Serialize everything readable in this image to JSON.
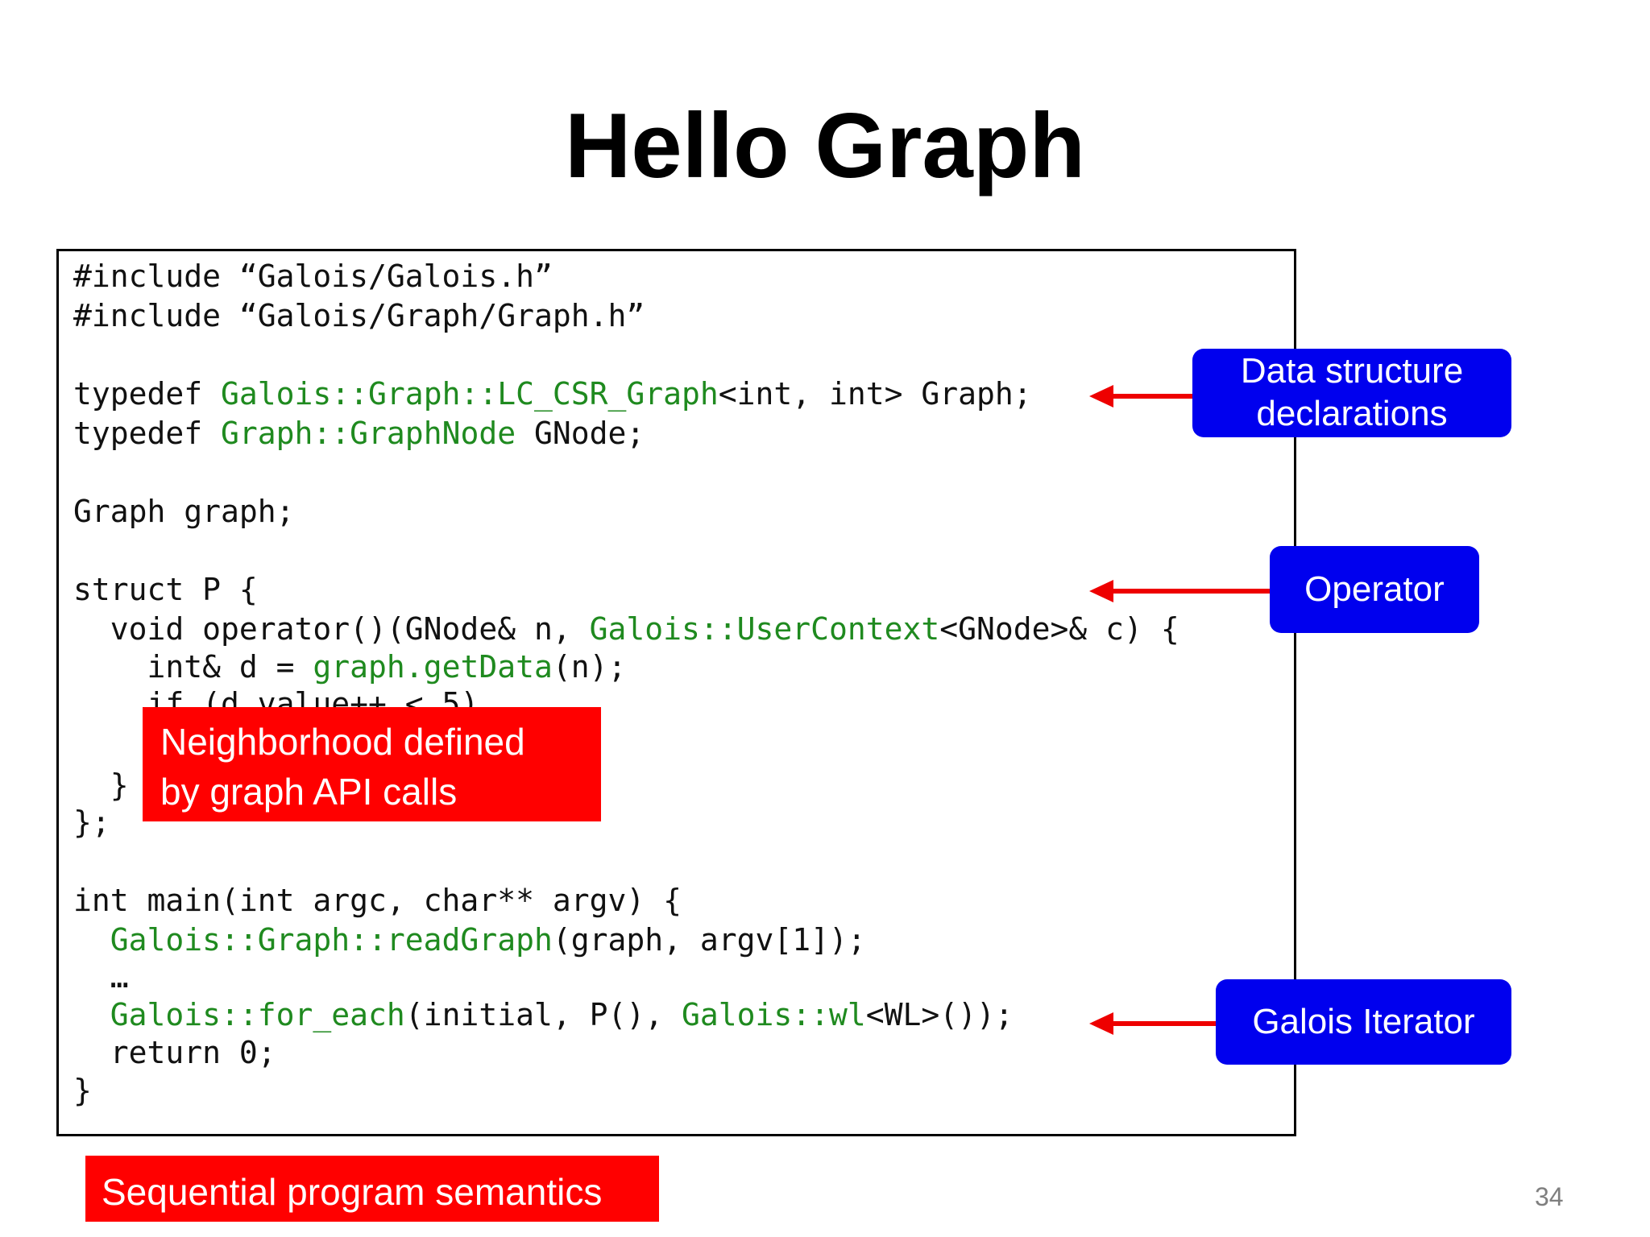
{
  "slide": {
    "title": "Hello Graph",
    "page_number": "34"
  },
  "code": {
    "l1": {
      "a": "#include “Galois/Galois.h”"
    },
    "l2": {
      "a": "#include “Galois/Graph/Graph.h”"
    },
    "l3": {
      "a": "typedef ",
      "b": "Galois::Graph::LC_CSR_Graph",
      "c": "<int, int> Graph;"
    },
    "l4": {
      "a": "typedef ",
      "b": "Graph::GraphNode",
      "c": " GNode;"
    },
    "l5": {
      "a": "Graph graph;"
    },
    "l6": {
      "a": "struct P {"
    },
    "l7": {
      "a": "  void operator()(GNode& n, ",
      "b": "Galois::UserContext",
      "c": "<GNode>& c) {"
    },
    "l8": {
      "a": "    int& d = ",
      "b": "graph.getData",
      "c": "(n);"
    },
    "l9": {
      "a": "    if (d.value++ < 5)"
    },
    "l10": {
      "a": "  }"
    },
    "l11": {
      "a": "};"
    },
    "l12": {
      "a": "int main(int argc, char** argv) {"
    },
    "l13": {
      "b": "  Galois::Graph::readGraph",
      "c": "(graph, argv[1]);"
    },
    "l14": {
      "a": "  …"
    },
    "l15": {
      "b": "  Galois::for_each",
      "c": "(initial, P(), ",
      "d": "Galois::wl",
      "e": "<WL>());"
    },
    "l16": {
      "a": "  return 0;"
    },
    "l17": {
      "a": "}"
    }
  },
  "callouts": {
    "data_structure": {
      "line1": "Data structure",
      "line2": "declarations"
    },
    "operator": {
      "label": "Operator"
    },
    "galois_iterator": {
      "label": "Galois Iterator"
    },
    "neighborhood": {
      "line1": "Neighborhood defined",
      "line2": "by graph API calls"
    },
    "sequential": {
      "label": "Sequential program semantics"
    }
  },
  "colors": {
    "blue_callout": "#0000ee",
    "red_callout": "#ff0000",
    "code_green": "#1f8a1f"
  }
}
